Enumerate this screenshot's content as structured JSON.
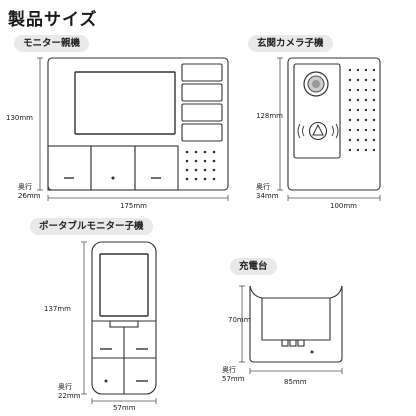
{
  "title": "製品サイズ",
  "sections": {
    "monitor": {
      "label": "モニター親機",
      "height": "130mm",
      "width": "175mm",
      "depth_label": "奥行",
      "depth": "26mm"
    },
    "door_camera": {
      "label": "玄関カメラ子機",
      "height": "128mm",
      "width": "100mm",
      "depth_label": "奥行",
      "depth": "34mm"
    },
    "portable": {
      "label": "ポータブルモニター子機",
      "height": "137mm",
      "width": "57mm",
      "depth_label": "奥行",
      "depth": "22mm"
    },
    "charger": {
      "label": "充電台",
      "height": "70mm",
      "width": "85mm",
      "depth_label": "奥行",
      "depth": "57mm"
    }
  },
  "colors": {
    "outline": "#333333",
    "tag_bg": "#e9e9e9",
    "dim_line": "#555555"
  }
}
